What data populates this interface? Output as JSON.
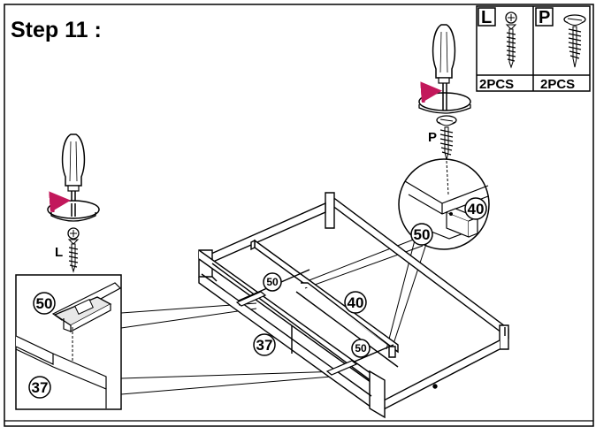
{
  "step_title": "Step 11 :",
  "hardware": [
    {
      "letter": "L",
      "quantity": "2PCS",
      "icon": "flat-head-screw-icon"
    },
    {
      "letter": "P",
      "quantity": "2PCS",
      "icon": "pan-head-screw-icon"
    }
  ],
  "screw_labels": {
    "left": "L",
    "right": "P"
  },
  "part_callouts": {
    "inset_left_top": "50",
    "inset_left_bottom": "37",
    "inset_right": "40",
    "frame_top_right": "50",
    "frame_board_left": "50",
    "frame_board_mid": "40",
    "frame_front": "37",
    "frame_board_right": "50"
  },
  "colors": {
    "rotation_arrow": "#c2185b",
    "line": "#000000",
    "background": "#ffffff"
  }
}
